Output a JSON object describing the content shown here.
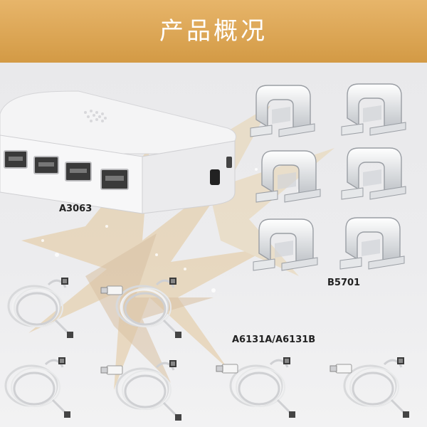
{
  "header": {
    "title": "产品概况"
  },
  "products": {
    "hub_label": "A3063",
    "holder_label": "B5701",
    "cable_label": "A6131A/A6131B"
  }
}
